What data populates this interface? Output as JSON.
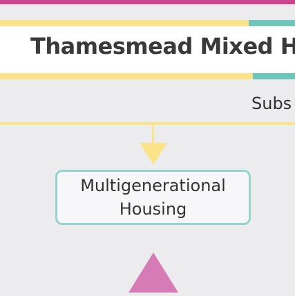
{
  "title": "Thamesmead Mixed H",
  "subtitle": "Subs",
  "node": {
    "label": "Multigenerational Housing"
  },
  "colors": {
    "accent_pink": "#c8488b",
    "accent_yellow": "#fbe38a",
    "accent_teal": "#6ec6bb",
    "node_border": "#94d4cc",
    "arrow_pink": "#d67bb6",
    "background": "#ececee"
  }
}
